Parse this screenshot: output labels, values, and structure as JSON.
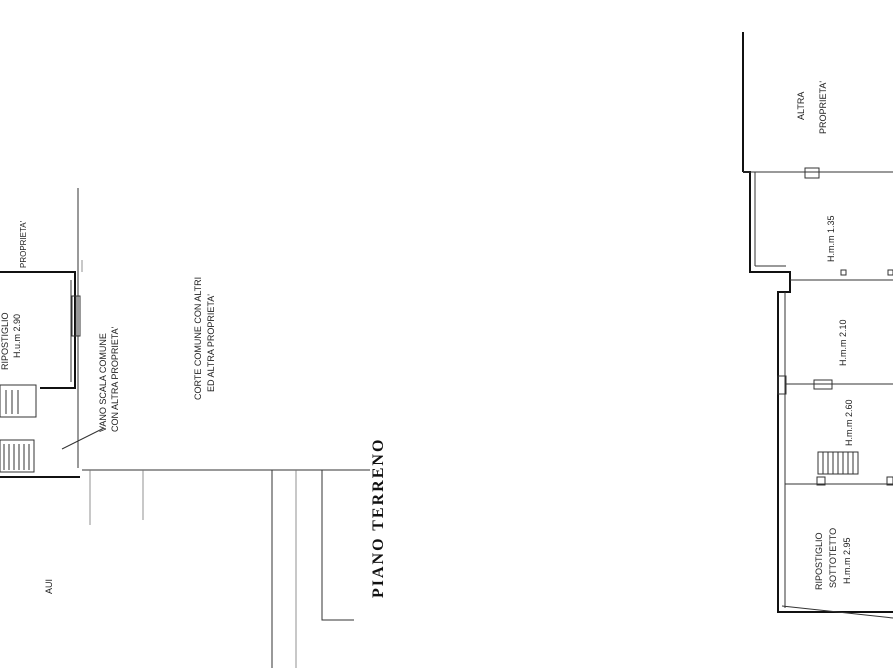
{
  "left_plan": {
    "title": "PIANO TERRENO",
    "labels": {
      "proprieta_top": "PROPRIETA'",
      "ripostiglio": "RIPOSTIGLIO",
      "ripostiglio_height": "H.u.m 2.90",
      "vano_scala_line1": "VANO SCALA COMUNE",
      "vano_scala_line2": "CON ALTRA PROPRIETA'",
      "corte_line1": "CORTE COMUNE CON ALTRI",
      "corte_line2": "ED ALTRA PROPRIETA'",
      "aui": "AUI"
    }
  },
  "right_plan": {
    "labels": {
      "altra_line1": "ALTRA",
      "altra_line2": "PROPRIETA'",
      "room1_height": "H.m.m 1.35",
      "room2_height": "H.m.m 2.10",
      "room3_height": "H.m.m 2.60",
      "rip_line1": "RIPOSTIGLIO",
      "rip_line2": "SOTTOTETTO",
      "rip_line3": "H.m.m 2.95"
    }
  }
}
